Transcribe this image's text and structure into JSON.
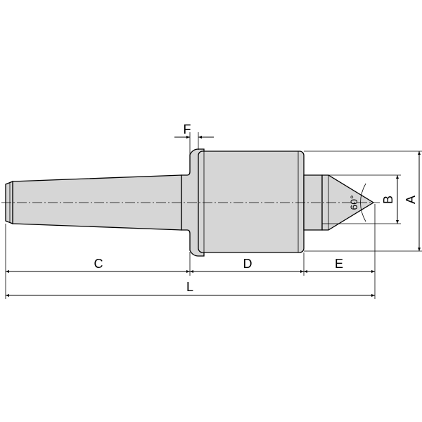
{
  "labels": {
    "F": "F",
    "C": "C",
    "D": "D",
    "E": "E",
    "L": "L",
    "A": "A",
    "B": "B",
    "angle": "60°"
  },
  "colors": {
    "body": "#d6d6d6",
    "line": "#000000",
    "background": "#ffffff"
  }
}
